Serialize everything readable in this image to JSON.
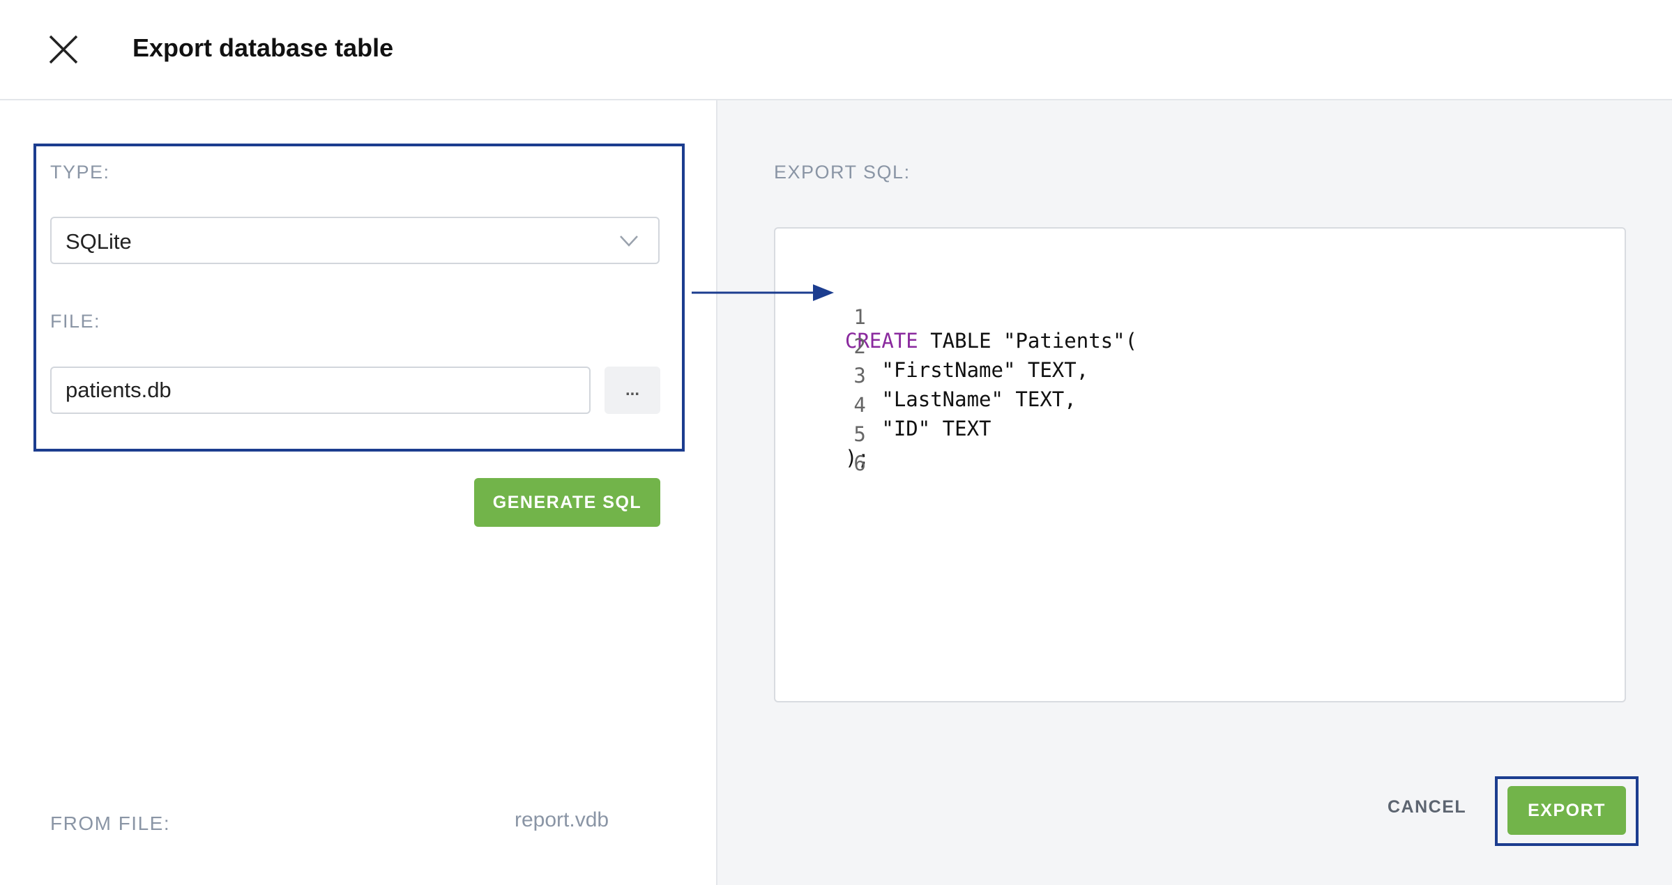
{
  "header": {
    "title": "Export database table"
  },
  "type_section": {
    "label": "TYPE:",
    "selected": "SQLite"
  },
  "file_section": {
    "label": "FILE:",
    "value": "patients.db",
    "browse_label": "..."
  },
  "generate_button": "GENERATE SQL",
  "from_file": {
    "label": "FROM FILE:",
    "value": "report.vdb"
  },
  "export_sql": {
    "label": "EXPORT SQL:",
    "lines": [
      {
        "n": "1",
        "keyword": "CREATE",
        "rest": " TABLE \"Patients\"("
      },
      {
        "n": "2",
        "keyword": "",
        "rest": "   \"FirstName\" TEXT,"
      },
      {
        "n": "3",
        "keyword": "",
        "rest": "   \"LastName\" TEXT,"
      },
      {
        "n": "4",
        "keyword": "",
        "rest": "   \"ID\" TEXT"
      },
      {
        "n": "5",
        "keyword": "",
        "rest": ");"
      },
      {
        "n": "6",
        "keyword": "",
        "rest": ""
      }
    ]
  },
  "footer": {
    "cancel_label": "CANCEL",
    "export_label": "EXPORT"
  },
  "colors": {
    "accent_green": "#72b44a",
    "highlight_blue": "#1c3d8f",
    "keyword_purple": "#8a2a9e"
  }
}
